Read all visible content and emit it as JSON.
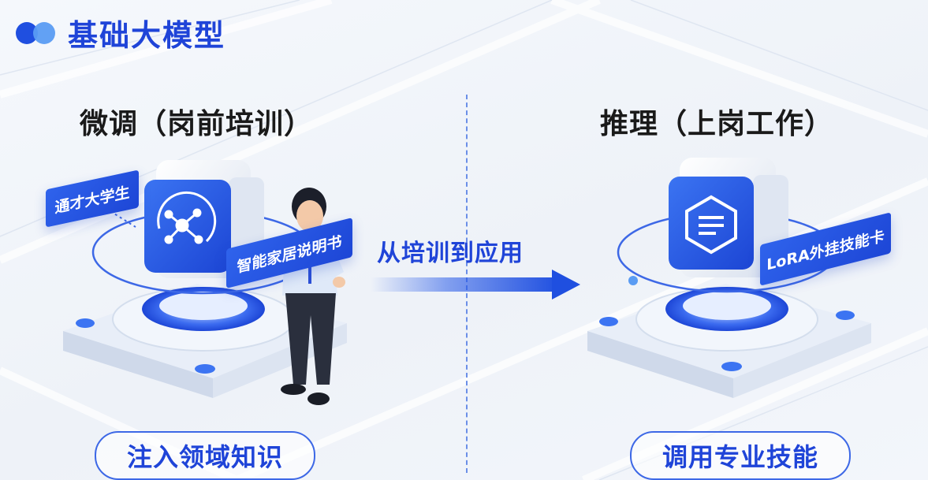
{
  "header": {
    "title": "基础大模型"
  },
  "left": {
    "heading": "微调（岗前培训）",
    "tag_student": "通才大学生",
    "tag_manual": "智能家居说明书",
    "pill": "注入领域知识"
  },
  "center": {
    "flow_label": "从培训到应用"
  },
  "right": {
    "heading": "推理（上岗工作）",
    "tag_lora": "LoRA外挂技能卡",
    "pill": "调用专业技能"
  },
  "colors": {
    "accent": "#1f4fe0",
    "accent_light": "#5a9cf3",
    "background": "#f1f5fa",
    "text_dark": "#1a1a1a"
  },
  "icons": {
    "left_chip": "network-nodes-icon",
    "right_chip": "hexagon-document-icon",
    "title_dots": "double-dot-icon"
  }
}
